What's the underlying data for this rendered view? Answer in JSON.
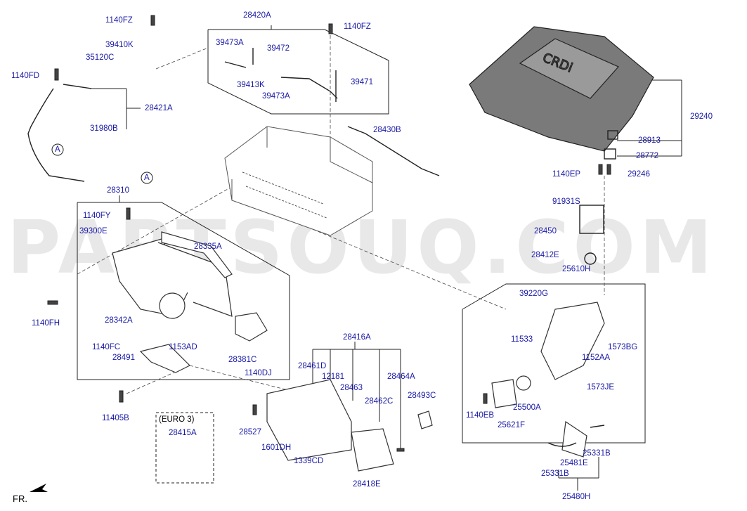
{
  "watermark": "PARTSOUQ.COM",
  "front_marker": "FR.",
  "accent_color": "#1a1aa6",
  "callouts": {
    "c1140FZ_a": "1140FZ",
    "c39410K": "39410K",
    "c35120C": "35120C",
    "c1140FD": "1140FD",
    "c28421A": "28421A",
    "c31980B": "31980B",
    "cA1": "A",
    "c28420A": "28420A",
    "c1140FZ_b": "1140FZ",
    "c39473A_a": "39473A",
    "c39472": "39472",
    "c39413K": "39413K",
    "c39471": "39471",
    "c39473A_b": "39473A",
    "c28430B": "28430B",
    "c29240": "29240",
    "c28913": "28913",
    "c28772": "28772",
    "c1140EP": "1140EP",
    "c29246": "29246",
    "c91931S": "91931S",
    "c28450": "28450",
    "c28412E": "28412E",
    "c25610H": "25610H",
    "cA2": "A",
    "c28310": "28310",
    "c1140FY": "1140FY",
    "c39300E": "39300E",
    "c28335A": "28335A",
    "c1140FH": "1140FH",
    "c28342A": "28342A",
    "c1140FC": "1140FC",
    "c1153AD": "1153AD",
    "c28491": "28491",
    "c28381C": "28381C",
    "c1140DJ": "1140DJ",
    "c11405B": "11405B",
    "c39220G": "39220G",
    "c11533": "11533",
    "c1573BG": "1573BG",
    "c1152AA": "1152AA",
    "c1573JE": "1573JE",
    "c25500A": "25500A",
    "c1140EB": "1140EB",
    "c25621F": "25621F",
    "c25331B_a": "25331B",
    "c25481E": "25481E",
    "c25331B_b": "25331B",
    "c25480H": "25480H",
    "c28416A": "28416A",
    "c28461D": "28461D",
    "c12181": "12181",
    "c28463": "28463",
    "c28464A": "28464A",
    "c28493C": "28493C",
    "c28462C": "28462C",
    "c28527": "28527",
    "c1601DH": "1601DH",
    "c1339CD": "1339CD",
    "c28418E": "28418E",
    "cEURO3": "(EURO 3)",
    "c28415A": "28415A"
  }
}
